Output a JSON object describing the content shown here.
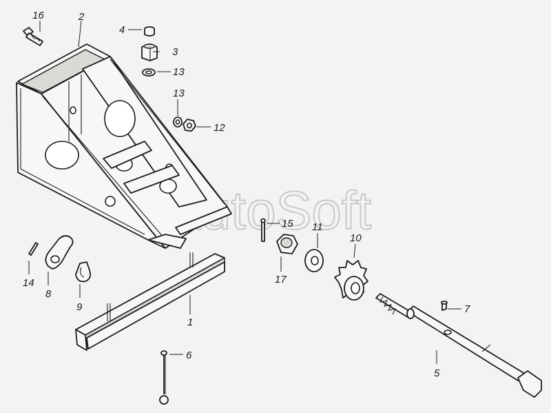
{
  "diagram": {
    "watermark": "AutoSoft",
    "callouts": [
      {
        "id": "label-16",
        "text": "16"
      },
      {
        "id": "label-2",
        "text": "2"
      },
      {
        "id": "label-4",
        "text": "4"
      },
      {
        "id": "label-3",
        "text": "3"
      },
      {
        "id": "label-13a",
        "text": "13"
      },
      {
        "id": "label-13b",
        "text": "13"
      },
      {
        "id": "label-12",
        "text": "12"
      },
      {
        "id": "label-15",
        "text": "15"
      },
      {
        "id": "label-11",
        "text": "11"
      },
      {
        "id": "label-10",
        "text": "10"
      },
      {
        "id": "label-17",
        "text": "17"
      },
      {
        "id": "label-14",
        "text": "14"
      },
      {
        "id": "label-8",
        "text": "8"
      },
      {
        "id": "label-9",
        "text": "9"
      },
      {
        "id": "label-1",
        "text": "1"
      },
      {
        "id": "label-7",
        "text": "7"
      },
      {
        "id": "label-6",
        "text": "6"
      },
      {
        "id": "label-5",
        "text": "5"
      }
    ]
  }
}
